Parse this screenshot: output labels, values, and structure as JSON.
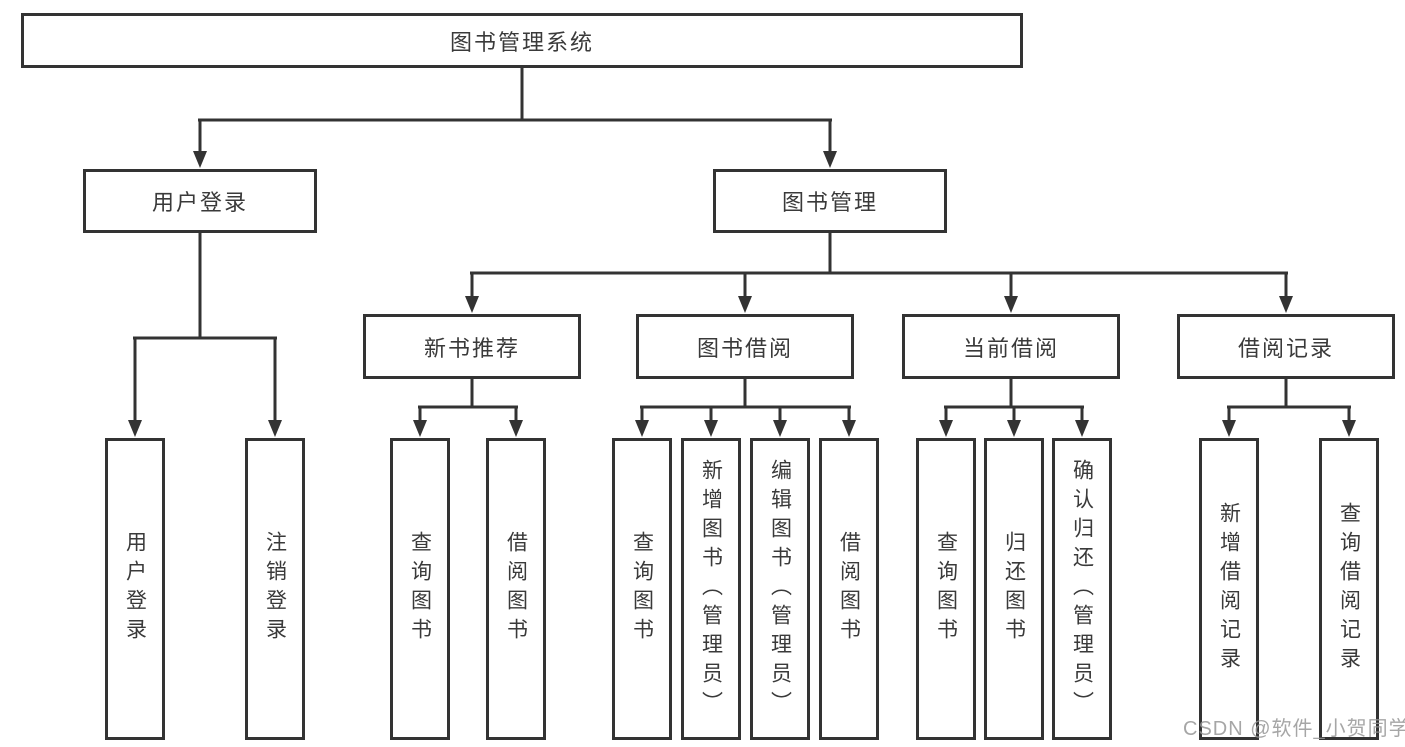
{
  "diagram": {
    "root": {
      "label": "图书管理系统"
    },
    "level2": [
      {
        "label": "用户登录",
        "leaves": [
          {
            "label": "用户登录"
          },
          {
            "label": "注销登录"
          }
        ]
      },
      {
        "label": "图书管理",
        "groups": [
          {
            "label": "新书推荐",
            "leaves": [
              {
                "label": "查询图书"
              },
              {
                "label": "借阅图书"
              }
            ]
          },
          {
            "label": "图书借阅",
            "leaves": [
              {
                "label": "查询图书"
              },
              {
                "label": "新增图书（管理员）"
              },
              {
                "label": "编辑图书（管理员）"
              },
              {
                "label": "借阅图书"
              }
            ]
          },
          {
            "label": "当前借阅",
            "leaves": [
              {
                "label": "查询图书"
              },
              {
                "label": "归还图书"
              },
              {
                "label": "确认归还（管理员）"
              }
            ]
          },
          {
            "label": "借阅记录",
            "leaves": [
              {
                "label": "新增借阅记录"
              },
              {
                "label": "查询借阅记录"
              }
            ]
          }
        ]
      }
    ]
  },
  "watermark": {
    "text": "CSDN @软件_小贺同学"
  },
  "colors": {
    "line": "#333333",
    "text": "#3a3a3a",
    "background": "#ffffff",
    "watermark": "#a6a6a6"
  }
}
